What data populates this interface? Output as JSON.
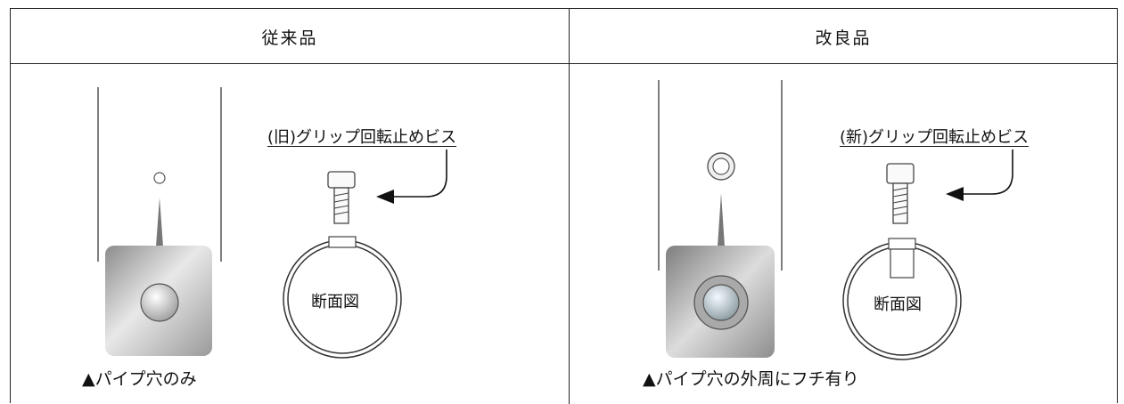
{
  "headers": {
    "left": "従来品",
    "right": "改良品"
  },
  "left_panel": {
    "screw_label": "(旧)グリップ回転止めビス",
    "section_label": "断面図",
    "caption": "▲パイプ穴のみ"
  },
  "right_panel": {
    "screw_label": "(新)グリップ回転止めビス",
    "section_label": "断面図",
    "caption": "▲パイプ穴の外周にフチ有り"
  },
  "colors": {
    "line": "#222222",
    "metal_light": "#e6e6e6",
    "metal_dark": "#8a8a8a"
  }
}
